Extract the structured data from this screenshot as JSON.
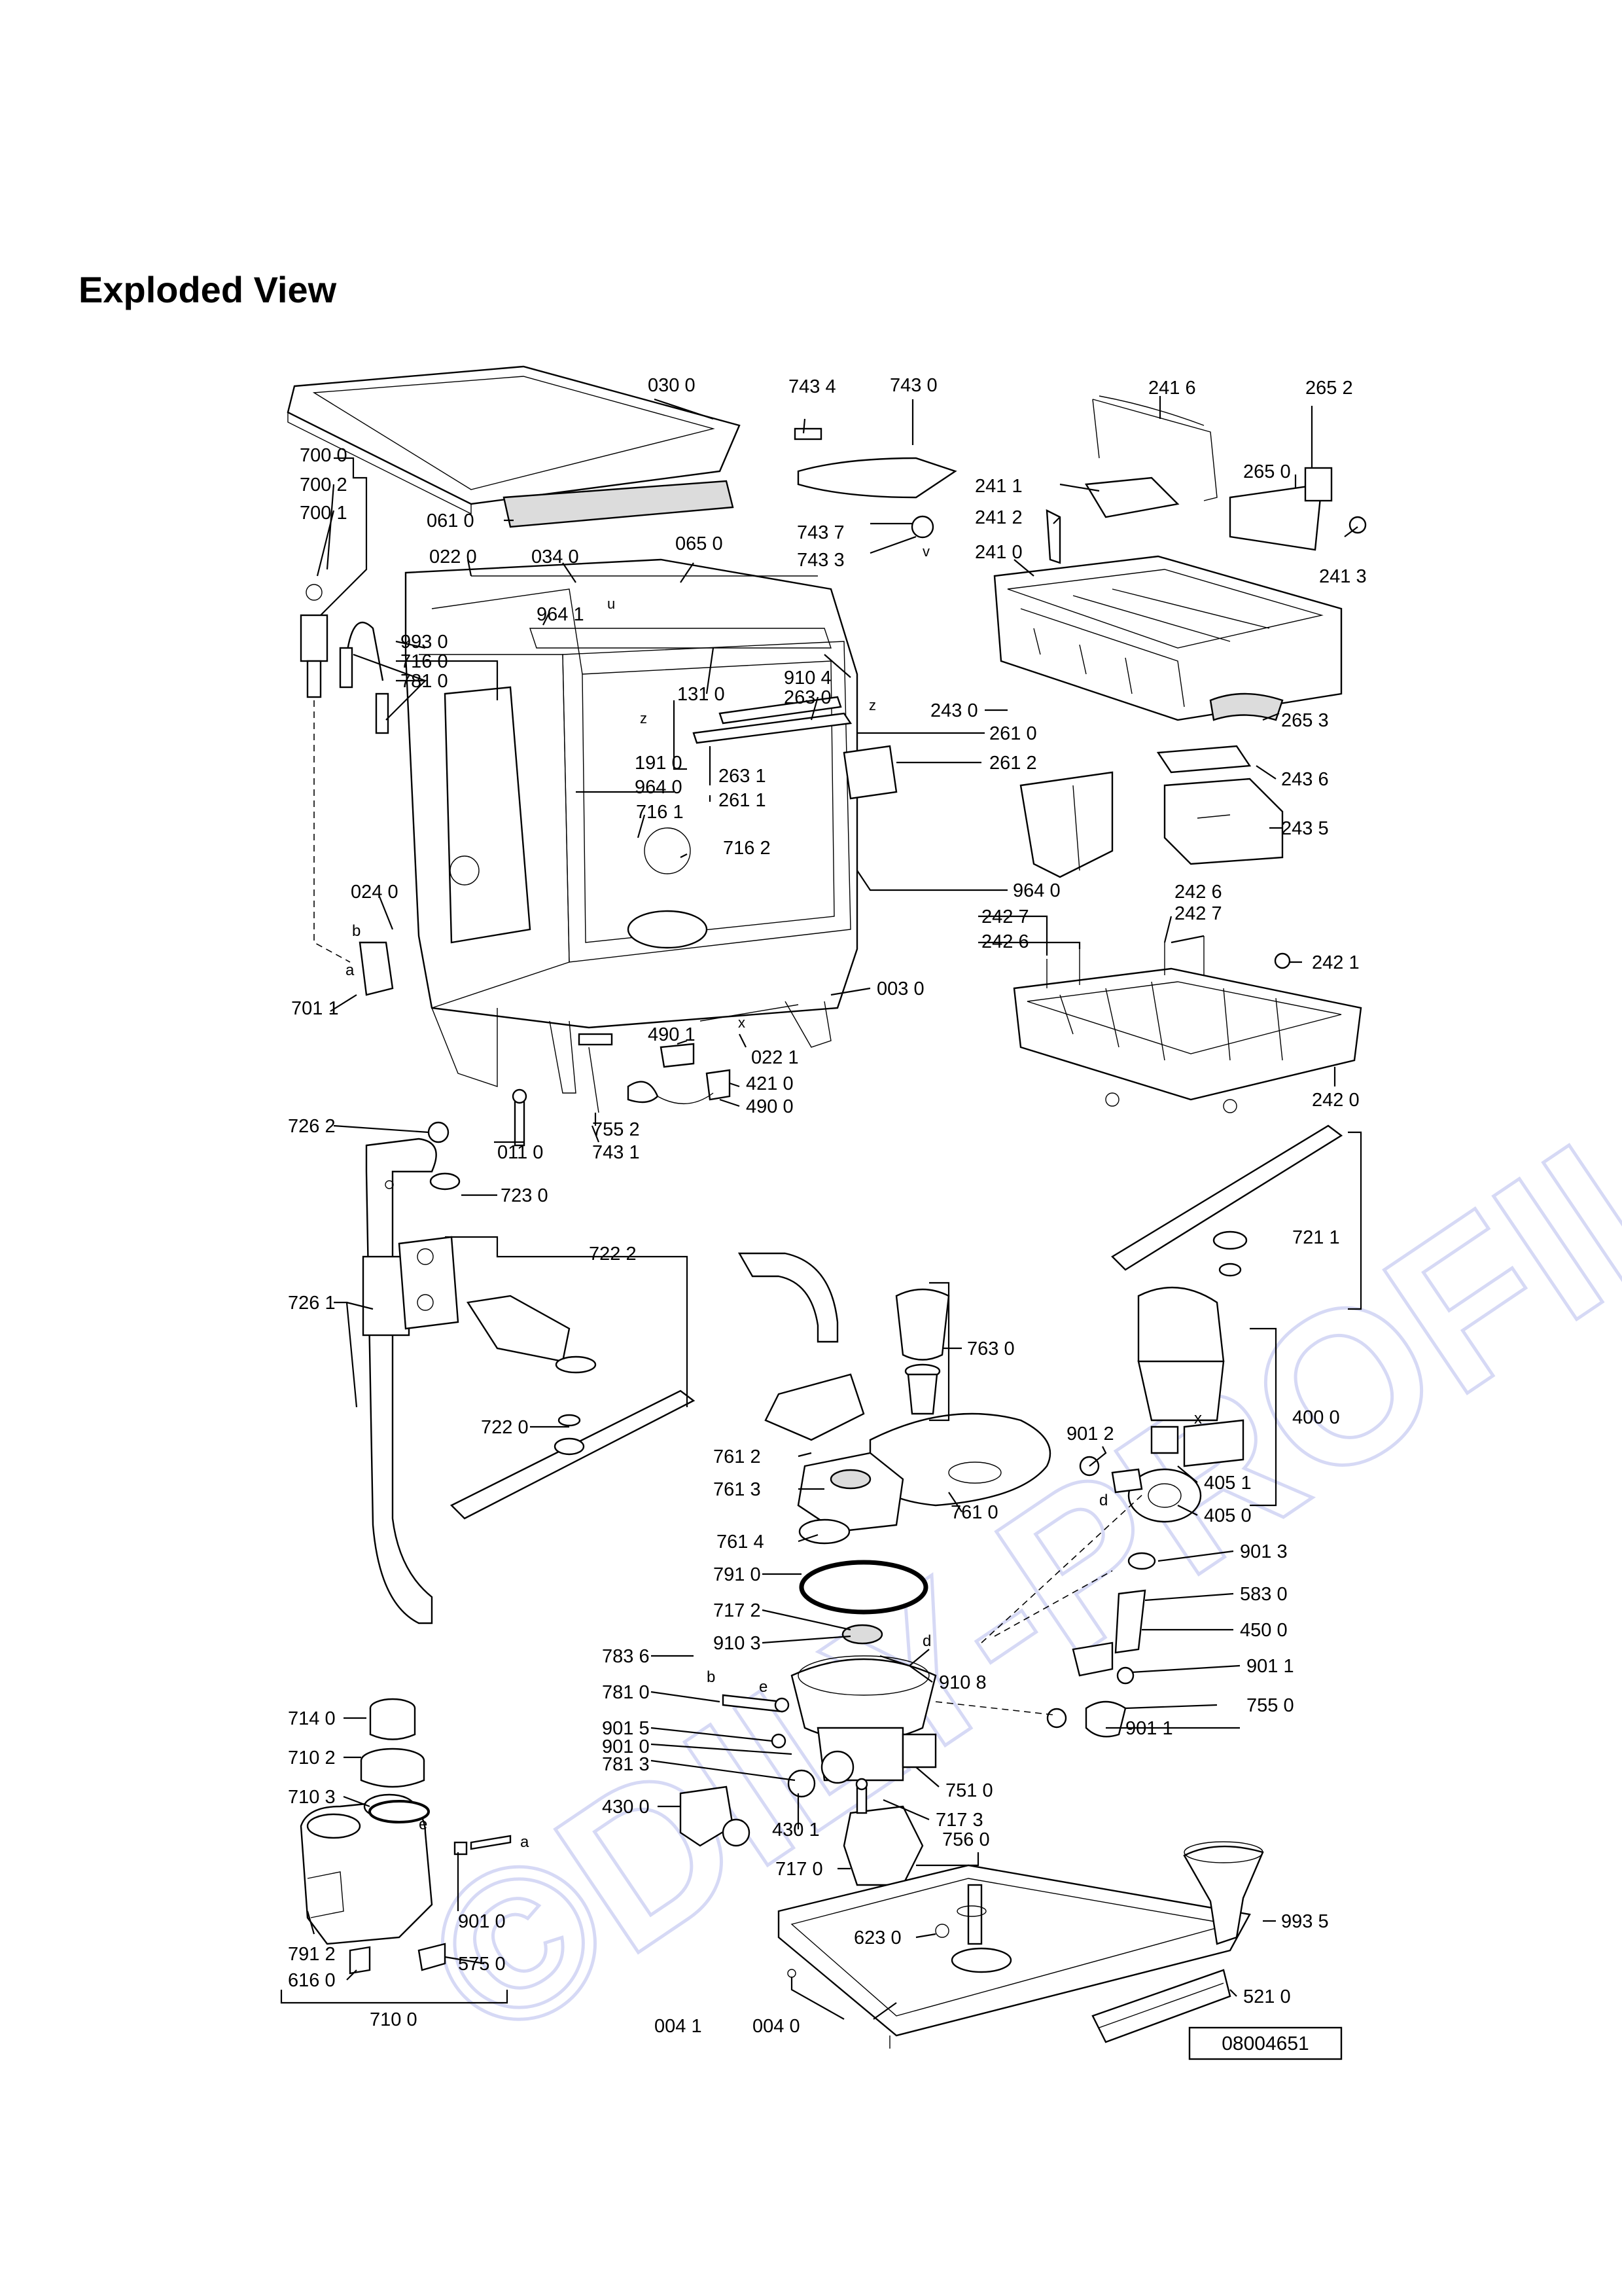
{
  "page_title": "Exploded View",
  "drawing_number": "08004651",
  "watermark": "©DILY-PROFIL.CZ",
  "labels": [
    {
      "id": "l0300",
      "text": "030 0"
    },
    {
      "id": "l7434",
      "text": "743 4"
    },
    {
      "id": "l7430",
      "text": "743 0"
    },
    {
      "id": "l2416",
      "text": "241 6"
    },
    {
      "id": "l2652",
      "text": "265 2"
    },
    {
      "id": "l7000",
      "text": "700 0"
    },
    {
      "id": "l7002",
      "text": "700 2"
    },
    {
      "id": "l7001",
      "text": "700 1"
    },
    {
      "id": "l0610",
      "text": "061 0"
    },
    {
      "id": "l2650",
      "text": "265 0"
    },
    {
      "id": "l2411",
      "text": "241 1"
    },
    {
      "id": "l7437",
      "text": "743 7"
    },
    {
      "id": "l2412",
      "text": "241 2"
    },
    {
      "id": "l7433",
      "text": "743 3"
    },
    {
      "id": "l0220",
      "text": "022 0"
    },
    {
      "id": "l0340",
      "text": "034 0"
    },
    {
      "id": "l0650",
      "text": "065 0"
    },
    {
      "id": "l2410",
      "text": "241 0"
    },
    {
      "id": "l2413",
      "text": "241 3"
    },
    {
      "id": "l9641",
      "text": "964 1"
    },
    {
      "id": "l9930",
      "text": "993 0"
    },
    {
      "id": "l7160",
      "text": "716 0"
    },
    {
      "id": "l7810",
      "text": "781 0"
    },
    {
      "id": "l9104",
      "text": "910 4"
    },
    {
      "id": "l1310",
      "text": "131 0"
    },
    {
      "id": "l2630",
      "text": "263 0"
    },
    {
      "id": "l2430",
      "text": "243 0"
    },
    {
      "id": "l2610",
      "text": "261 0"
    },
    {
      "id": "l2653",
      "text": "265 3"
    },
    {
      "id": "l1910",
      "text": "191 0"
    },
    {
      "id": "l2631",
      "text": "263 1"
    },
    {
      "id": "l2612",
      "text": "261 2"
    },
    {
      "id": "l2436",
      "text": "243 6"
    },
    {
      "id": "l9640a",
      "text": "964 0"
    },
    {
      "id": "l2611",
      "text": "261 1"
    },
    {
      "id": "l7161",
      "text": "716 1"
    },
    {
      "id": "l7162",
      "text": "716 2"
    },
    {
      "id": "l2435",
      "text": "243 5"
    },
    {
      "id": "l0240",
      "text": "024 0"
    },
    {
      "id": "l9640b",
      "text": "964 0"
    },
    {
      "id": "l2426a",
      "text": "242 6"
    },
    {
      "id": "l2427a",
      "text": "242 7"
    },
    {
      "id": "l2427b",
      "text": "242 7"
    },
    {
      "id": "l2426b",
      "text": "242 6"
    },
    {
      "id": "l2421",
      "text": "242 1"
    },
    {
      "id": "l0030",
      "text": "003 0"
    },
    {
      "id": "l7011",
      "text": "701 1"
    },
    {
      "id": "l4901",
      "text": "490 1"
    },
    {
      "id": "l0221",
      "text": "022 1"
    },
    {
      "id": "l4210",
      "text": "421 0"
    },
    {
      "id": "l4900",
      "text": "490 0"
    },
    {
      "id": "l2420",
      "text": "242 0"
    },
    {
      "id": "l7262",
      "text": "726 2"
    },
    {
      "id": "l0110",
      "text": "011 0"
    },
    {
      "id": "l7552",
      "text": "755 2"
    },
    {
      "id": "l7431",
      "text": "743 1"
    },
    {
      "id": "l7230",
      "text": "723 0"
    },
    {
      "id": "l7211",
      "text": "721 1"
    },
    {
      "id": "l7222",
      "text": "722 2"
    },
    {
      "id": "l7261",
      "text": "726 1"
    },
    {
      "id": "l7630",
      "text": "763 0"
    },
    {
      "id": "l7220",
      "text": "722 0"
    },
    {
      "id": "l9012",
      "text": "901 2"
    },
    {
      "id": "l4000",
      "text": "400 0"
    },
    {
      "id": "l7612",
      "text": "761 2"
    },
    {
      "id": "l7613",
      "text": "761 3"
    },
    {
      "id": "l4051",
      "text": "405 1"
    },
    {
      "id": "l7610",
      "text": "761 0"
    },
    {
      "id": "l4050",
      "text": "405 0"
    },
    {
      "id": "l7614",
      "text": "761 4"
    },
    {
      "id": "l9013",
      "text": "901 3"
    },
    {
      "id": "l7910",
      "text": "791 0"
    },
    {
      "id": "l5830",
      "text": "583 0"
    },
    {
      "id": "l7172",
      "text": "717 2"
    },
    {
      "id": "l4500",
      "text": "450 0"
    },
    {
      "id": "l7836",
      "text": "783 6"
    },
    {
      "id": "l9103",
      "text": "910 3"
    },
    {
      "id": "l9108",
      "text": "910 8"
    },
    {
      "id": "l9011a",
      "text": "901 1"
    },
    {
      "id": "l7810b",
      "text": "781 0"
    },
    {
      "id": "l7550",
      "text": "755 0"
    },
    {
      "id": "l7140",
      "text": "714 0"
    },
    {
      "id": "l9015",
      "text": "901 5"
    },
    {
      "id": "l9011b",
      "text": "901 1"
    },
    {
      "id": "l7102",
      "text": "710 2"
    },
    {
      "id": "l9010a",
      "text": "901 0"
    },
    {
      "id": "l7813",
      "text": "781 3"
    },
    {
      "id": "l7510",
      "text": "751 0"
    },
    {
      "id": "l7103",
      "text": "710 3"
    },
    {
      "id": "l4300",
      "text": "430 0"
    },
    {
      "id": "l7173",
      "text": "717 3"
    },
    {
      "id": "l4301",
      "text": "430 1"
    },
    {
      "id": "l7560",
      "text": "756 0"
    },
    {
      "id": "l7170",
      "text": "717 0"
    },
    {
      "id": "l9010b",
      "text": "901 0"
    },
    {
      "id": "l9935",
      "text": "993 5"
    },
    {
      "id": "l6230",
      "text": "623 0"
    },
    {
      "id": "l7912",
      "text": "791 2"
    },
    {
      "id": "l5750",
      "text": "575 0"
    },
    {
      "id": "l6160",
      "text": "616 0"
    },
    {
      "id": "l5210",
      "text": "521 0"
    },
    {
      "id": "l0041",
      "text": "004 1"
    },
    {
      "id": "l0040",
      "text": "004 0"
    },
    {
      "id": "l7100",
      "text": "710 0"
    }
  ],
  "letter_marks": [
    {
      "id": "mb1",
      "text": "b"
    },
    {
      "id": "ma1",
      "text": "a"
    },
    {
      "id": "mz1",
      "text": "z"
    },
    {
      "id": "mz2",
      "text": "z"
    },
    {
      "id": "mx1",
      "text": "x"
    },
    {
      "id": "mu1",
      "text": "u"
    },
    {
      "id": "mv1",
      "text": "v"
    },
    {
      "id": "md1",
      "text": "d"
    },
    {
      "id": "mx2",
      "text": "x"
    },
    {
      "id": "md2",
      "text": "d"
    },
    {
      "id": "mb2",
      "text": "b"
    },
    {
      "id": "me1",
      "text": "e"
    },
    {
      "id": "me2",
      "text": "e"
    },
    {
      "id": "ma2",
      "text": "a"
    }
  ]
}
